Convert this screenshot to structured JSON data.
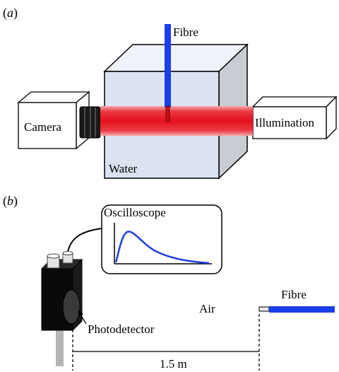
{
  "panel_a": {
    "label_open": "(",
    "label_letter": "a",
    "label_close": ")",
    "fibre": "Fibre",
    "camera": "Camera",
    "illumination": "Illumination",
    "water": "Water"
  },
  "panel_b": {
    "label_open": "(",
    "label_letter": "b",
    "label_close": ")",
    "oscilloscope": "Oscilloscope",
    "air": "Air",
    "fibre": "Fibre",
    "photodetector": "Photodetector",
    "distance": "1.5 m"
  },
  "colors": {
    "fibre": "#1a3ee8",
    "laser": "#e8202a",
    "water": "#dbe3f0",
    "signal": "#1f3fe0"
  }
}
